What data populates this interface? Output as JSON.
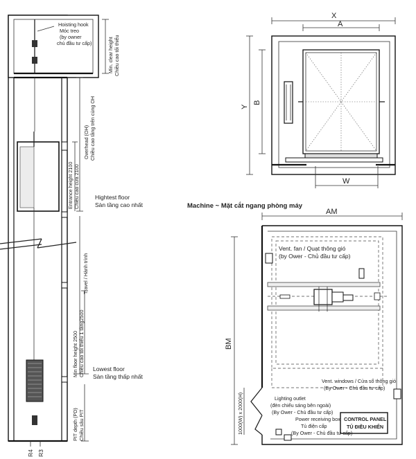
{
  "section": {
    "hook_1": "Hoisting hook",
    "hook_2": "Móc treo",
    "hook_3": "(by owner",
    "hook_4": "chủ đầu tư cấp)",
    "clear_1": "Min. clear height",
    "clear_2": "Chiều cao tối thiểu",
    "overhead_1": "Overhead (OH)",
    "overhead_2": "Chiều cao tầng trên cùng OH",
    "entrance_1": "Entrance height 2100",
    "entrance_2": "Chiều cao cửa 2100",
    "highest_1": "Hightest floor",
    "highest_2": "Sàn tầng cao nhất",
    "travel": "Travel / Hành trình",
    "minfloor_1": "Min floor height 2500",
    "minfloor_2": "Chiều cao tối thiểu 1 tầng2500",
    "lowest_1": "Lowest floor",
    "lowest_2": "Sàn tầng thấp nhất",
    "pit_1": "PIT depth (PD)",
    "pit_2": "Chiều sâu PIT",
    "r4": "R4",
    "r3": "R3"
  },
  "plan": {
    "x": "X",
    "a": "A",
    "y": "Y",
    "b": "B",
    "w": "W"
  },
  "machine": {
    "title": "Machine ~  Mặt cắt ngang phòng máy",
    "am": "AM",
    "bm": "BM",
    "vent_1": "Vent. fan / Quạt thông gió",
    "vent_2": "(by Ower - Chủ đầu tư cấp)",
    "window_1": "Vent. windows / Cửa sổ thông gió",
    "window_2": "(By Ower - Chủ đầu tư cấp)",
    "light_1": "Lighting outlet",
    "light_2": "(đèn chiếu sáng bên ngoài)",
    "light_3": "(By Ower - Chủ đầu tư cấp)",
    "power_1": "Power receiving box",
    "power_2": "Tủ điện cấp",
    "power_3": "(By Ower - Chủ đầu tư cấp)",
    "door_dim": "1000(W) x 2000(H)",
    "panel_1": "CONTROL PANEL",
    "panel_2": "TỦ ĐIỀU KHIỂN"
  }
}
